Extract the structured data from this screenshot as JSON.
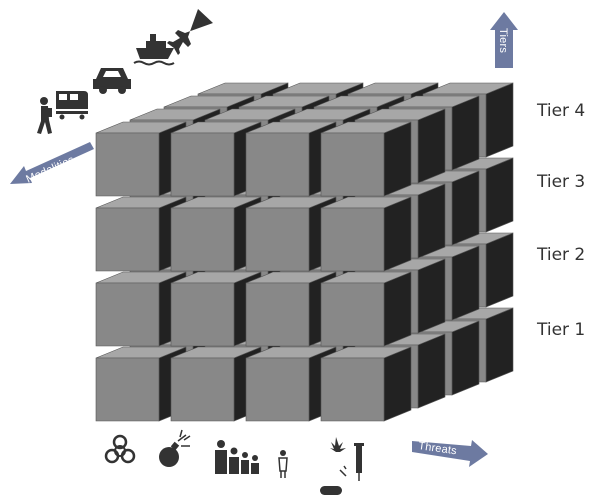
{
  "tiers": [
    "Tier 1",
    "Tier 2",
    "Tier 3",
    "Tier 4"
  ],
  "axes": {
    "vertical": "Tiers",
    "left": "Modalities",
    "right": "Threats"
  },
  "grid": {
    "columns": 4,
    "layers": 4,
    "depth": 4
  },
  "modality_icons": [
    "walking-person-icon",
    "train-icon",
    "car-icon",
    "ship-icon",
    "airplane-icon"
  ],
  "threat_icons": [
    "biohazard-icon",
    "bomb-icon",
    "family-people-icon",
    "child-person-icon",
    "drugs-syringe-icon"
  ],
  "colors": {
    "cube_face": "#888888",
    "cube_top": "#a7a7a7",
    "cube_side": "#222222",
    "arrow": "#6d7aa1",
    "icon": "#333333",
    "label": "#333333"
  }
}
